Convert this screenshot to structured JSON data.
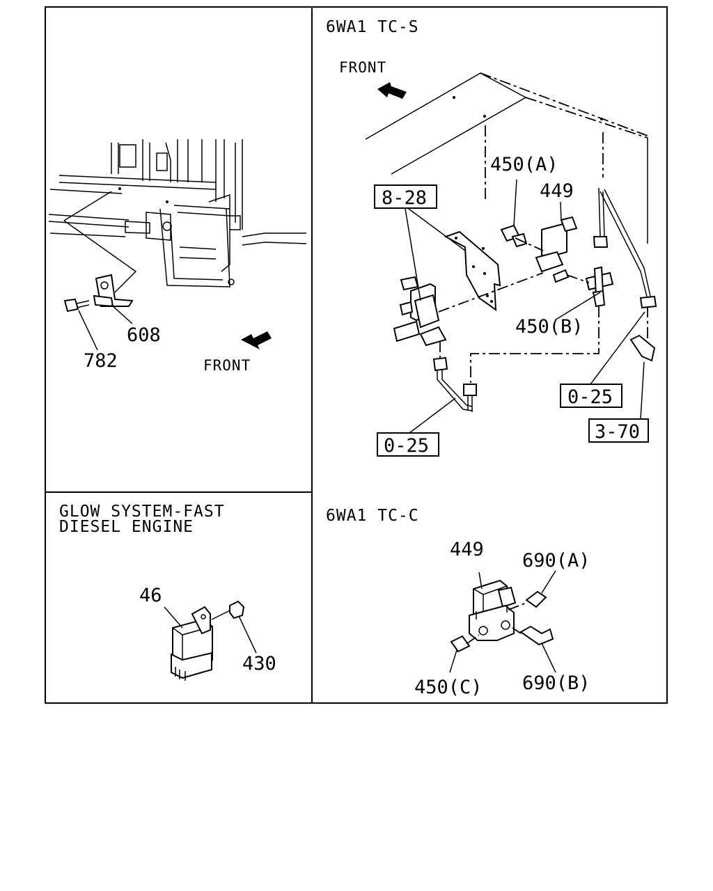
{
  "panels": {
    "left_top": {
      "callouts": {
        "bolt": "782",
        "bracket": "608"
      },
      "front_label": "FRONT"
    },
    "right_top": {
      "title": "6WA1 TC-S",
      "front_label": "FRONT",
      "callouts": {
        "connector_a": "450(A)",
        "valve": "449",
        "connector_b": "450(B)"
      },
      "refs": {
        "ref_8_28": "8-28",
        "ref_0_25_right": "0-25",
        "ref_3_70": "3-70",
        "ref_0_25_bottom": "0-25"
      }
    },
    "left_bottom": {
      "title_line1": "GLOW SYSTEM-FAST",
      "title_line2": "DIESEL ENGINE",
      "callouts": {
        "relay": "46",
        "nut": "430"
      }
    },
    "right_bottom": {
      "title": "6WA1 TC-C",
      "callouts": {
        "valve": "449",
        "fitting_a": "690(A)",
        "fitting_b": "690(B)",
        "connector_c": "450(C)"
      }
    }
  }
}
